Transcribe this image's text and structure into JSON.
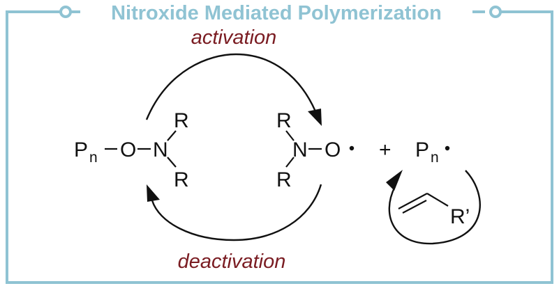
{
  "title": "Nitroxide Mediated Polymerization",
  "labels": {
    "activation": "activation",
    "deactivation": "deactivation"
  },
  "dormant": {
    "p": "P",
    "p_sub": "n",
    "o": "O",
    "n": "N",
    "r_top": "R",
    "r_bottom": "R"
  },
  "nitroxide": {
    "r_top": "R",
    "r_bottom": "R",
    "n": "N",
    "o": "O"
  },
  "plus": "+",
  "radical": {
    "p": "P",
    "p_sub": "n"
  },
  "monomer": {
    "r_prime": "R’"
  },
  "colors": {
    "frame": "#8fc3d3",
    "label": "#7a1c22",
    "ink": "#111111"
  }
}
